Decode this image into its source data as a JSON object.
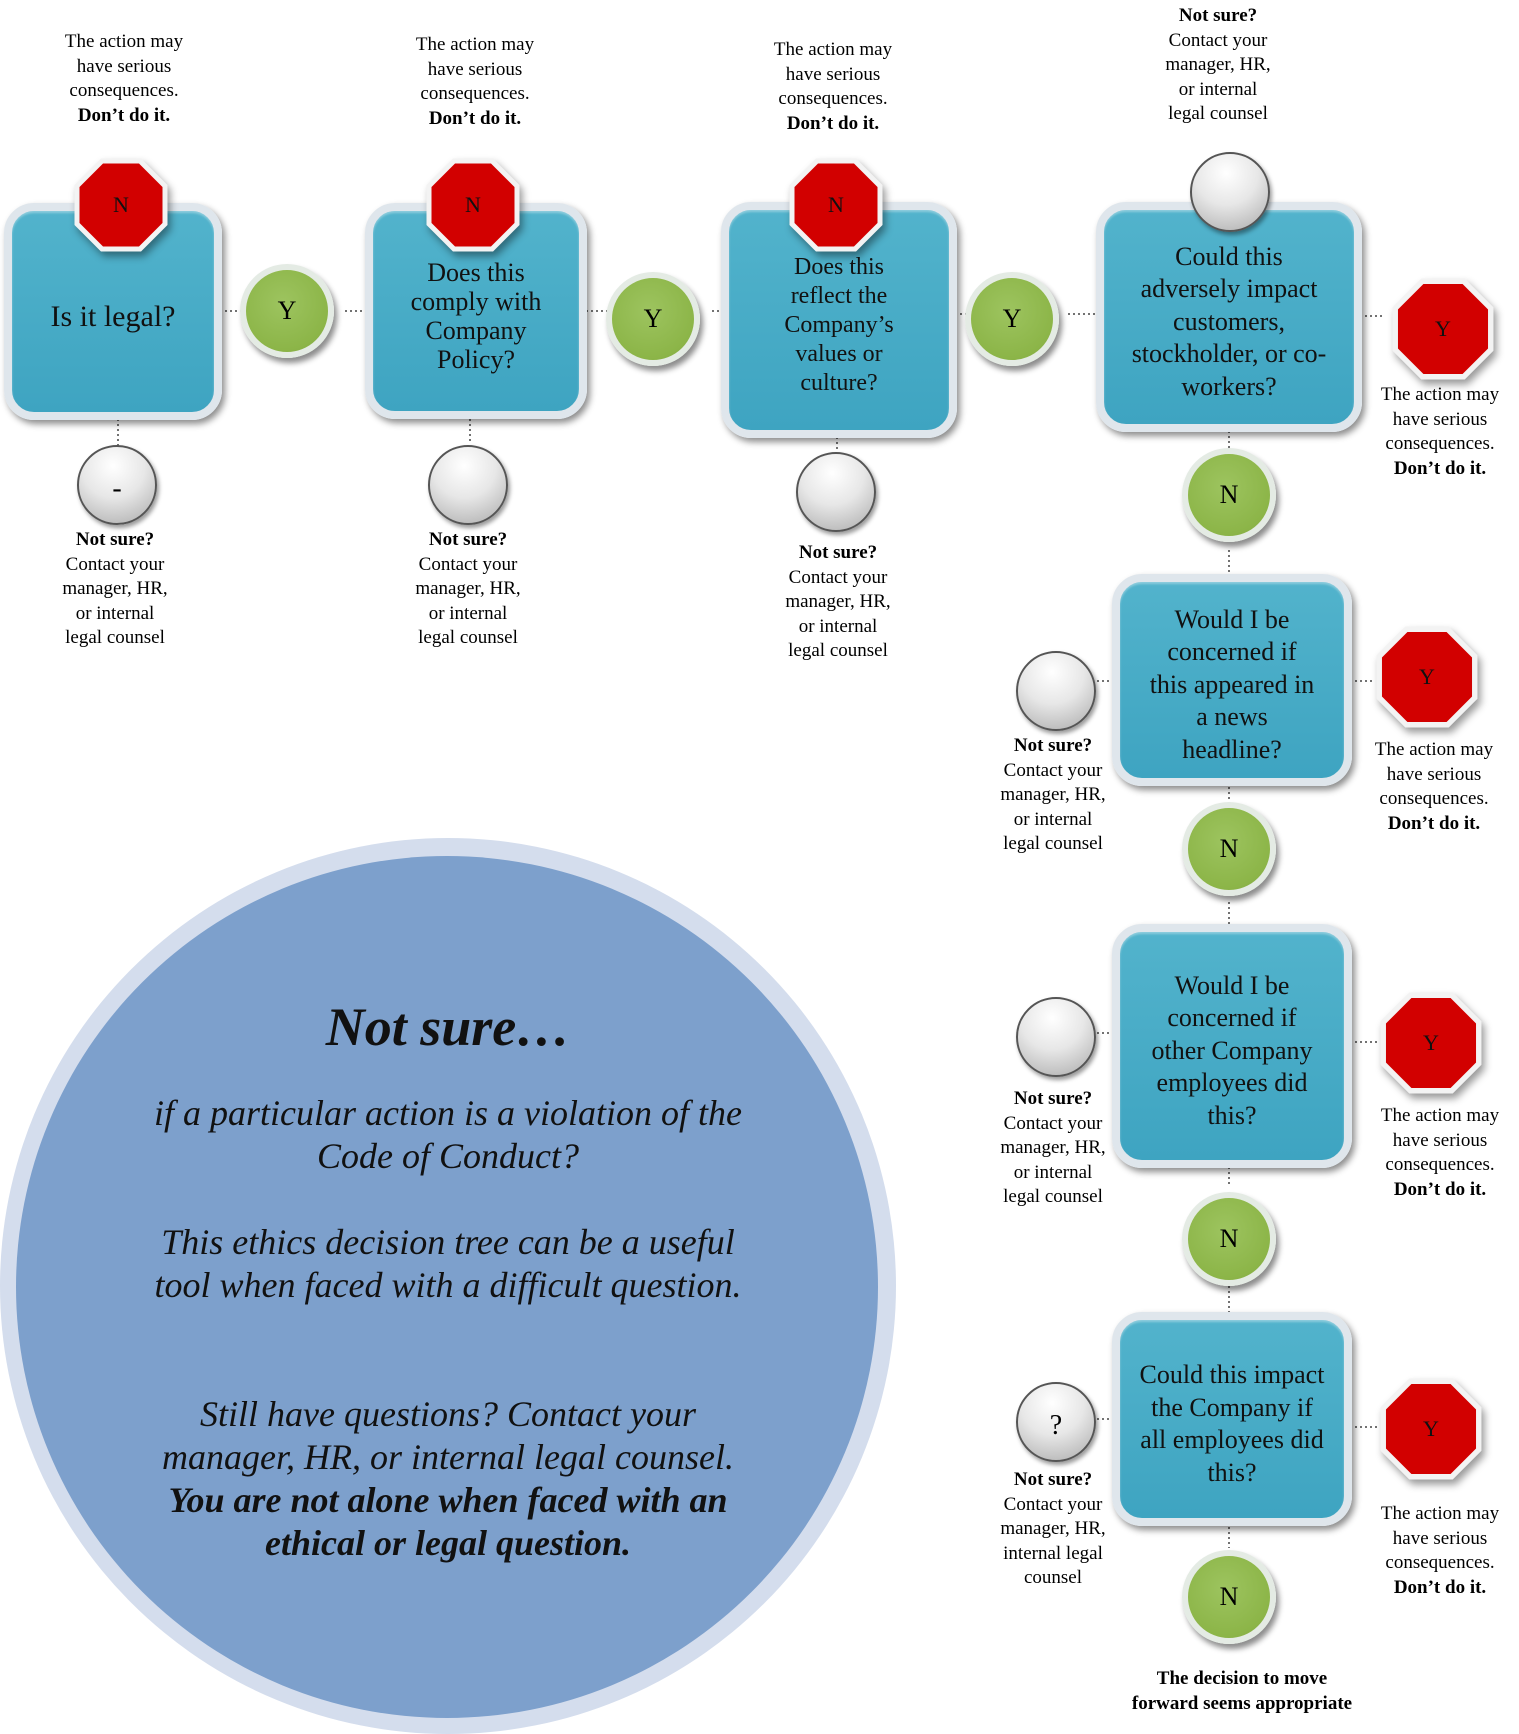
{
  "questions": [
    "Is it legal?",
    "Does this comply with Company Policy?",
    "Does this reflect the Company’s values or culture?",
    "Could this adversely impact customers, stockholder, or co-workers?",
    "Would I be concerned if this appeared in a news headline?",
    "Would I be concerned if other Company employees did this?",
    "Could this impact the Company if all employees did this?"
  ],
  "yes_label": "Y",
  "no_label": "N",
  "unsure_marks": [
    "-",
    "",
    "",
    "",
    "",
    "",
    "?"
  ],
  "stop_note": {
    "line1": "The action may",
    "line2": "have serious",
    "line3": "consequences.",
    "emphasis": "Don’t do it."
  },
  "unsure_note": {
    "heading": "Not sure?",
    "line1": "Contact your",
    "line2": "manager, HR,",
    "line3": "or internal",
    "line4": "legal counsel"
  },
  "unsure_note_last": {
    "heading": "Not sure?",
    "line1": "Contact your",
    "line2": "manager, HR,",
    "line3": "internal legal",
    "line4": "counsel"
  },
  "final_note": {
    "line1": "The decision to move",
    "line2": "forward seems appropriate"
  },
  "info_circle": {
    "title": "Not sure…",
    "para1": "if a particular action is a violation of the Code of Conduct?",
    "para2": "This ethics decision tree can be a useful tool when faced with a difficult question.",
    "para3": "Still have questions? Contact your manager, HR, or internal legal counsel.",
    "para3_bold": "You are not alone when faced with an ethical or legal question."
  },
  "colors": {
    "question_box": "#45aac6",
    "yes_no_circle": "#8db84a",
    "stop_sign": "#cc0000",
    "info_circle": "#7da0cc"
  }
}
